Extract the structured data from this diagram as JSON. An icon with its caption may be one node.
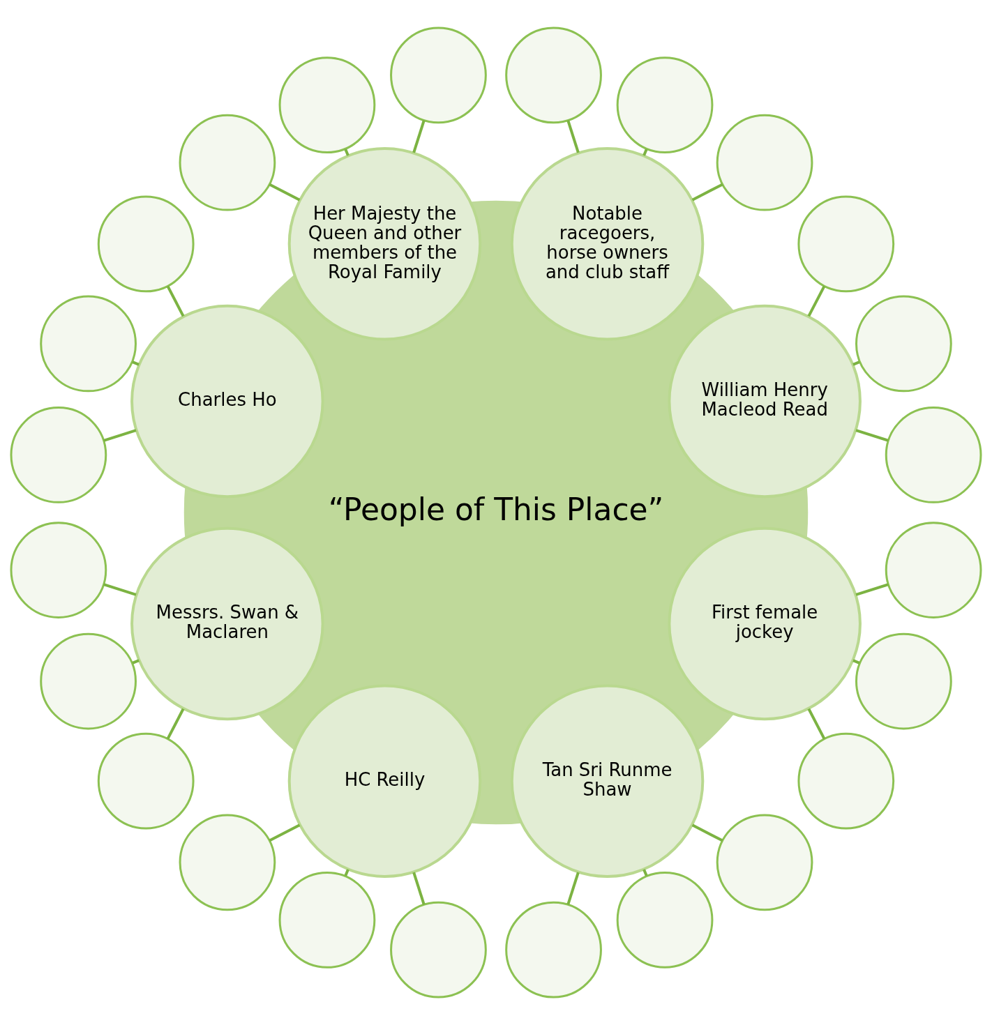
{
  "diagram": {
    "nodes": [
      {
        "text": [
          "“People of This Place”"
        ]
      },
      {
        "text": [
          "William Henry Macleod Read"
        ]
      },
      {
        "text": [
          "Notable racegoers, horse owners and club staff"
        ]
      },
      {
        "text": [
          "Her Majesty the Queen and other members of the Royal Family"
        ]
      },
      {
        "text": [
          "Charles Ho"
        ]
      },
      {
        "text": [
          "Messrs. Swan & Maclaren"
        ]
      },
      {
        "text": [
          "HC Reilly"
        ]
      },
      {
        "text": [
          "Tan Sri Runme Shaw"
        ]
      },
      {
        "text": [
          "First female jockey"
        ]
      },
      {
        "text": [],
        "shape": "circle"
      },
      {
        "text": [],
        "shape": "circle"
      },
      {
        "text": [],
        "shape": "circle"
      },
      {
        "text": [],
        "shape": "circle"
      },
      {
        "text": [],
        "shape": "circle"
      },
      {
        "text": [],
        "shape": "circle"
      },
      {
        "text": [],
        "shape": "circle"
      },
      {
        "text": [],
        "shape": "circle"
      },
      {
        "text": [],
        "shape": "circle"
      },
      {
        "text": [],
        "shape": "circle"
      },
      {
        "text": [],
        "shape": "circle"
      },
      {
        "text": [],
        "shape": "circle"
      },
      {
        "text": [],
        "shape": "circle"
      },
      {
        "text": [],
        "shape": "circle"
      },
      {
        "text": [],
        "shape": "circle"
      },
      {
        "text": [],
        "shape": "circle"
      },
      {
        "text": [],
        "shape": "circle"
      },
      {
        "text": [],
        "shape": "circle"
      },
      {
        "text": [],
        "shape": "circle"
      },
      {
        "text": [],
        "shape": "circle"
      },
      {
        "text": [],
        "shape": "circle"
      },
      {
        "text": [],
        "shape": "circle"
      },
      {
        "text": [],
        "shape": "circle"
      },
      {
        "text": [],
        "shape": "circle"
      }
    ],
    "edges": [
      {
        "from": 1,
        "to": 9,
        "arrow": "none"
      },
      {
        "from": 1,
        "to": 10,
        "arrow": "none"
      },
      {
        "from": 1,
        "to": 11,
        "arrow": "none"
      },
      {
        "from": 2,
        "to": 12,
        "arrow": "none"
      },
      {
        "from": 2,
        "to": 13,
        "arrow": "none"
      },
      {
        "from": 2,
        "to": 14,
        "arrow": "none"
      },
      {
        "from": 3,
        "to": 15,
        "arrow": "none"
      },
      {
        "from": 3,
        "to": 16,
        "arrow": "none"
      },
      {
        "from": 3,
        "to": 17,
        "arrow": "none"
      },
      {
        "from": 4,
        "to": 18,
        "arrow": "none"
      },
      {
        "from": 4,
        "to": 19,
        "arrow": "none"
      },
      {
        "from": 4,
        "to": 20,
        "arrow": "none"
      },
      {
        "from": 5,
        "to": 21,
        "arrow": "none"
      },
      {
        "from": 5,
        "to": 22,
        "arrow": "none"
      },
      {
        "from": 5,
        "to": 23,
        "arrow": "none"
      },
      {
        "from": 6,
        "to": 24,
        "arrow": "none"
      },
      {
        "from": 6,
        "to": 25,
        "arrow": "none"
      },
      {
        "from": 6,
        "to": 26,
        "arrow": "none"
      },
      {
        "from": 7,
        "to": 27,
        "arrow": "none"
      },
      {
        "from": 7,
        "to": 28,
        "arrow": "none"
      },
      {
        "from": 7,
        "to": 29,
        "arrow": "none"
      },
      {
        "from": 8,
        "to": 30,
        "arrow": "none"
      },
      {
        "from": 8,
        "to": 31,
        "arrow": "none"
      },
      {
        "from": 8,
        "to": 32,
        "arrow": "none"
      }
    ]
  }
}
